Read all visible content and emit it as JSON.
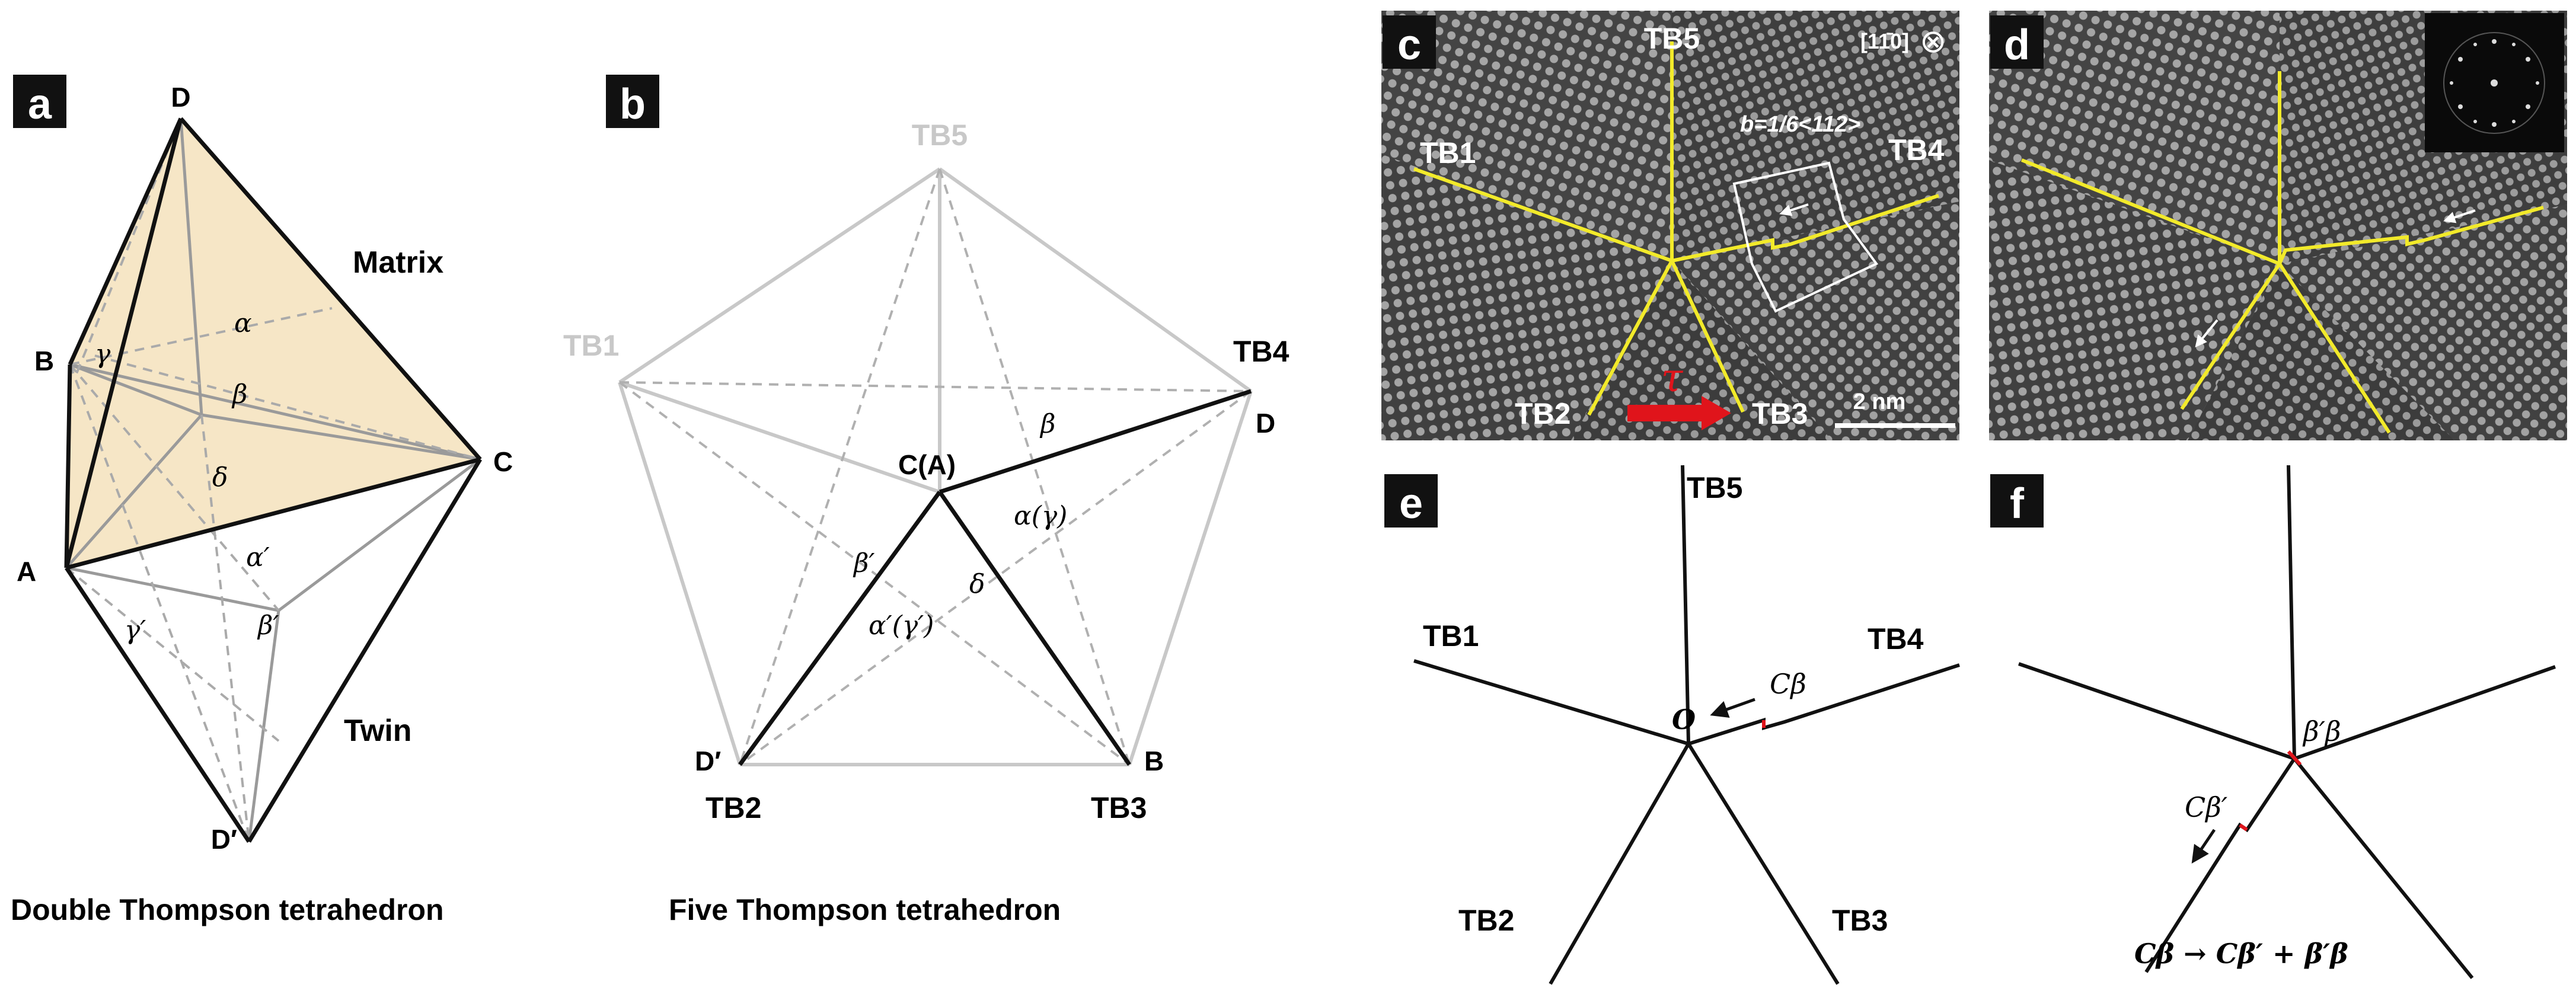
{
  "colors": {
    "matrix_fill": "#f6e6c6",
    "dark_line": "#111111",
    "grey_line": "#9a9a9a",
    "light_grey": "#c8c8c8",
    "boundary_yellow": "#f2ea2a",
    "tau_red": "#e0141b",
    "tem_dark": "#3a3a3a",
    "tem_light": "#b9b9b9"
  },
  "panel_a": {
    "tag": "a",
    "caption": "Double Thompson tetrahedron",
    "vertices": {
      "D": "D",
      "B": "B",
      "C": "C",
      "A": "A",
      "Dp": "D′"
    },
    "region_labels": {
      "matrix": "Matrix",
      "twin": "Twin"
    },
    "greek": {
      "alpha": "α",
      "gamma": "γ",
      "beta": "β",
      "delta": "δ",
      "alphap": "α′",
      "gammap": "γ′",
      "betap": "β′"
    }
  },
  "panel_b": {
    "tag": "b",
    "caption": "Five Thompson tetrahedron",
    "boundaries": {
      "tb1": "TB1",
      "tb2": "TB2",
      "tb3": "TB3",
      "tb4": "TB4",
      "tb5": "TB5"
    },
    "vertices": {
      "center": "C(A)",
      "D": "D",
      "Dp": "D′",
      "B": "B"
    },
    "greek": {
      "beta": "β",
      "alpha_gamma": "α(γ)",
      "betap": "β′",
      "delta": "δ",
      "alphap_gammap": "α′(γ′)"
    }
  },
  "panel_c": {
    "tag": "c",
    "boundaries": {
      "tb1": "TB1",
      "tb2": "TB2",
      "tb3": "TB3",
      "tb4": "TB4",
      "tb5": "TB5"
    },
    "zone_axis": "[11̄0]",
    "zone_symbol": "⊗",
    "burgers": "b=1/6<112>",
    "tau": "τ",
    "scalebar": "2 nm"
  },
  "panel_d": {
    "tag": "d"
  },
  "panel_e": {
    "tag": "e",
    "boundaries": {
      "tb1": "TB1",
      "tb2": "TB2",
      "tb3": "TB3",
      "tb4": "TB4",
      "tb5": "TB5"
    },
    "origin": "O",
    "dislocation": "Cβ"
  },
  "panel_f": {
    "tag": "f",
    "junction_label": "β′β",
    "dislocation": "Cβ′",
    "reaction": "Cβ → Cβ′ + β′β"
  }
}
